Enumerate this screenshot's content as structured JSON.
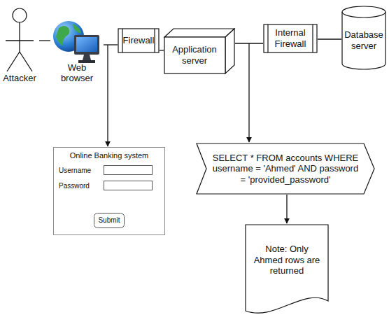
{
  "diagram": {
    "nodes": [
      {
        "text": [
          "Attacker"
        ]
      },
      {
        "text": [
          "Web browser"
        ]
      },
      {
        "text": [
          "Firewall"
        ]
      },
      {
        "text": [
          "Application server"
        ]
      },
      {
        "text": [
          "Internal Firewall"
        ]
      },
      {
        "text": [
          "Database server"
        ]
      },
      {
        "text": [
          "Online Banking system",
          "Username",
          "Password"
        ]
      },
      {
        "text": [
          "Submit"
        ],
        "in": 6
      },
      {
        "text": [
          "SELECT * FROM accounts WHERE username = 'Ahmed' AND password = 'provided_password'"
        ]
      },
      {
        "text": [
          "Note: Only Ahmed rows are returned"
        ]
      }
    ],
    "edges": [
      {
        "from": 0,
        "to": 1,
        "arrow": "none"
      },
      {
        "from": 1,
        "to": 2,
        "arrow": "none"
      },
      {
        "from": 2,
        "to": 3,
        "arrow": "none"
      },
      {
        "from": 3,
        "to": 4,
        "arrow": "none"
      },
      {
        "from": 4,
        "to": 5,
        "arrow": "none"
      },
      {
        "from": 1,
        "to": 6,
        "arrow": "to"
      },
      {
        "from": 3,
        "to": 8,
        "arrow": "to"
      },
      {
        "from": 8,
        "to": 9,
        "arrow": "to"
      }
    ]
  }
}
